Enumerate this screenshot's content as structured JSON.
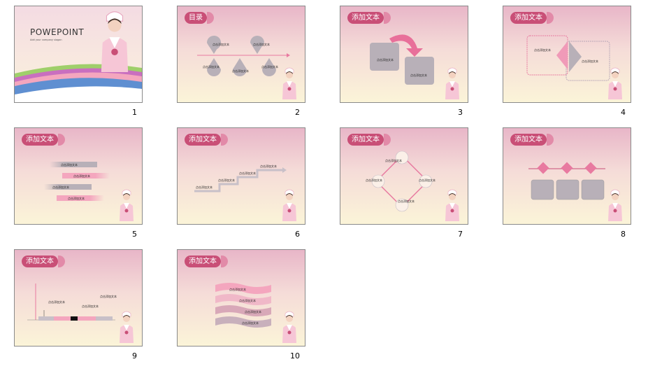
{
  "slides": [
    {
      "num": "1",
      "title": "POWEPOINT",
      "subtitle": "Add your company slogan"
    },
    {
      "num": "2",
      "title": "目录",
      "items": [
        "点击添加文本",
        "点击添加文本",
        "点击添加文本",
        "点击添加文本",
        "点击添加文本"
      ]
    },
    {
      "num": "3",
      "title": "添加文本",
      "items": [
        "点击添加文本",
        "点击添加文本"
      ]
    },
    {
      "num": "4",
      "title": "添加文本",
      "items": [
        "点击添加文本",
        "点击添加文本"
      ]
    },
    {
      "num": "5",
      "title": "添加文本",
      "items": [
        "点击添加文本",
        "点击添加文本",
        "点击添加文本",
        "点击添加文本"
      ]
    },
    {
      "num": "6",
      "title": "添加文本",
      "items": [
        "点击添加文本",
        "点击添加文本",
        "点击添加文本",
        "点击添加文本"
      ]
    },
    {
      "num": "7",
      "title": "添加文本",
      "items": [
        "点击添加文本",
        "点击添加文本",
        "点击添加文本",
        "点击添加文本"
      ]
    },
    {
      "num": "8",
      "title": "添加文本",
      "items": []
    },
    {
      "num": "9",
      "title": "添加文本",
      "items": [
        "点击添加文本",
        "点击添加文本",
        "点击添加文本"
      ]
    },
    {
      "num": "10",
      "title": "添加文本",
      "items": [
        "点击添加文本",
        "点击添加文本",
        "点击添加文本",
        "点击添加文本"
      ]
    }
  ],
  "colors": {
    "accent": "#c94f77",
    "light_accent": "#e28aa8",
    "gray_box": "#b8b0b8",
    "pink_band": "#f4a6be"
  },
  "icons": [
    "nurse-figure-icon"
  ]
}
